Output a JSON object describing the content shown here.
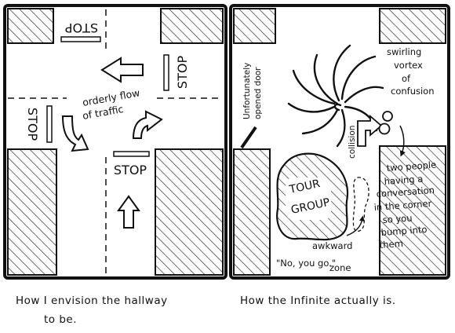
{
  "left_panel": {
    "stop_top": "STOP",
    "stop_right": "STOP",
    "stop_left": "STOP",
    "stop_bottom": "STOP",
    "orderly_line1": "orderly flow",
    "orderly_line2": "of traffic"
  },
  "right_panel": {
    "door_line1": "Unfortunately",
    "door_line2": "opened door",
    "vortex_line1": "swirling",
    "vortex_line2": "vortex",
    "vortex_line3": "of",
    "vortex_line4": "confusion",
    "collision": "collision",
    "tour_line1": "TOUR",
    "tour_line2": "GROUP",
    "corner_lines": [
      "two people",
      "having a",
      "conversation",
      "in the corner",
      "so you",
      "bump into",
      "them"
    ],
    "awkward_line1": "awkward",
    "awkward_line2": "\"No, you go.\"",
    "awkward_line3": "zone"
  },
  "captions": {
    "left_line1": "How I envision the hallway",
    "left_line2": "to be.",
    "right": "How the Infinite actually is."
  }
}
